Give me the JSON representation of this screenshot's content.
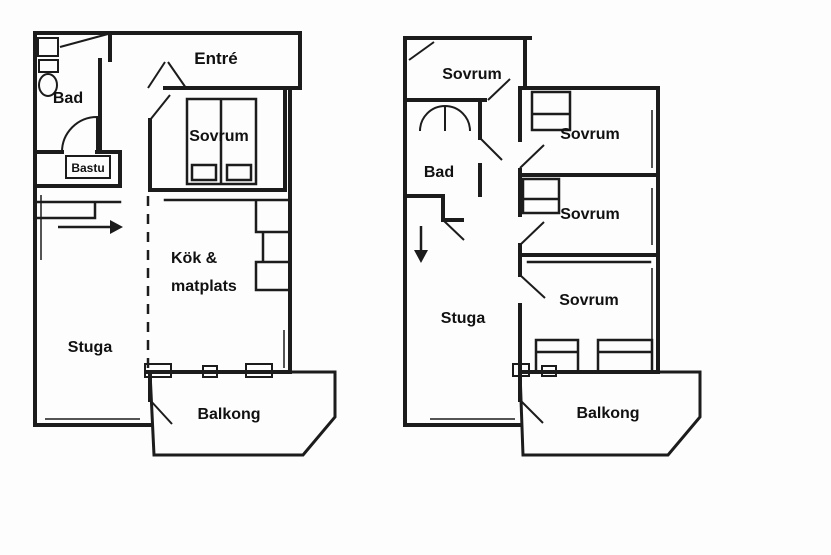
{
  "canvas": {
    "background": "#fdfdfd",
    "ink": "#1c1c1c"
  },
  "left_plan": {
    "labels": {
      "entre": "Entré",
      "bad": "Bad",
      "bastu": "Bastu",
      "sovrum": "Sovrum",
      "kok_line1": "Kök &",
      "kok_line2": "matplats",
      "stuga": "Stuga",
      "balkong": "Balkong"
    }
  },
  "right_plan": {
    "labels": {
      "sovrum_1": "Sovrum",
      "sovrum_2": "Sovrum",
      "bad": "Bad",
      "sovrum_3": "Sovrum",
      "sovrum_4": "Sovrum",
      "stuga": "Stuga",
      "balkong": "Balkong"
    }
  }
}
